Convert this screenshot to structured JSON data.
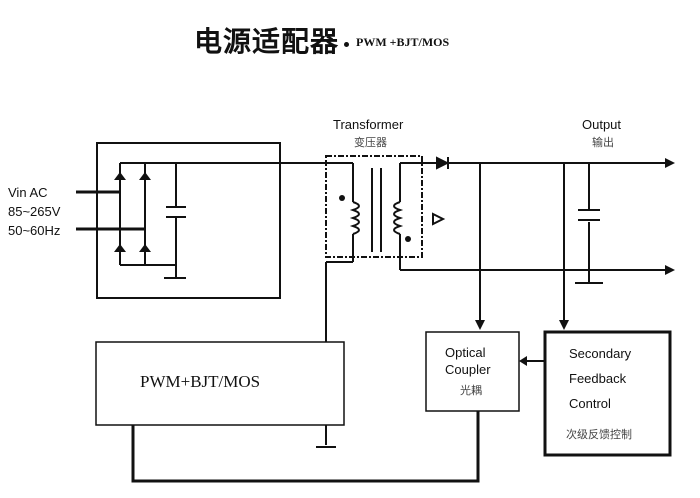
{
  "title": {
    "main": "电源适配器",
    "sub": "PWM +BJT/MOS"
  },
  "input": {
    "line1": "Vin AC",
    "line2": "85~265V",
    "line3": "50~60Hz"
  },
  "transformer": {
    "en": "Transformer",
    "cn": "变压器"
  },
  "output": {
    "en": "Output",
    "cn": "输出"
  },
  "pwm_block": {
    "label": "PWM+BJT/MOS"
  },
  "optical_coupler": {
    "line1": "Optical",
    "line2": "Coupler",
    "cn": "光耦"
  },
  "secondary_feedback": {
    "line1": "Secondary",
    "line2": "Feedback",
    "line3": "Control",
    "cn": "次级反馈控制"
  }
}
